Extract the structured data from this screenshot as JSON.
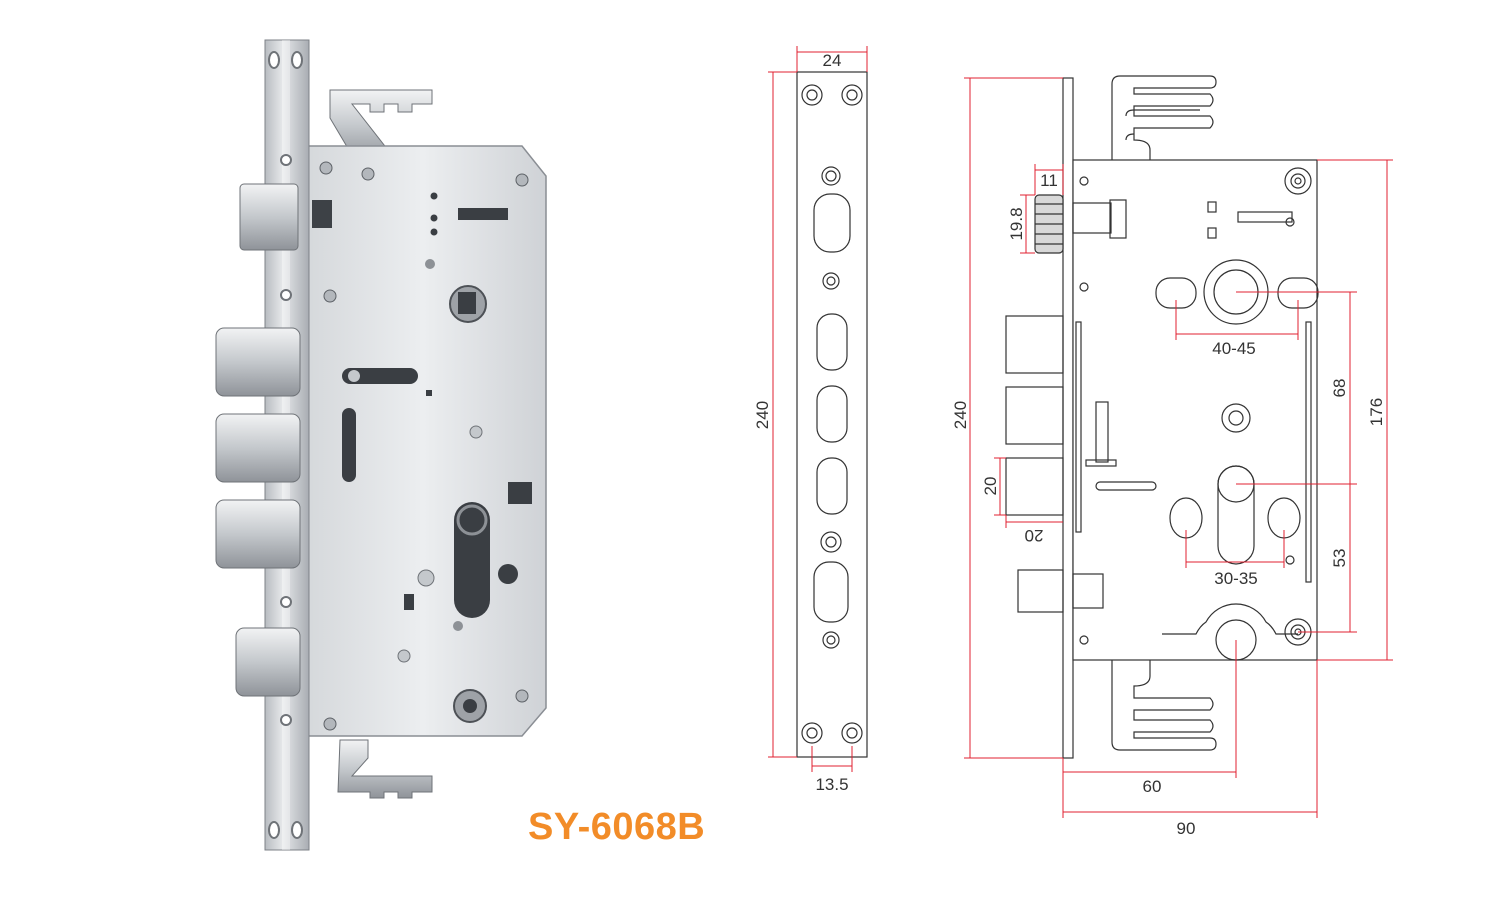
{
  "product": {
    "model": "SY-6068B",
    "model_color": "#f28c28"
  },
  "colors": {
    "dimension": "#e02030",
    "outline": "#333333",
    "steel_light": "#e4e6e8",
    "steel_mid": "#c9ccd0",
    "steel_dark": "#8d9196"
  },
  "faceplate_drawing": {
    "width_label": "24",
    "height_label": "240",
    "hole_spacing_label": "13.5"
  },
  "body_drawing": {
    "overall_height_label": "240",
    "body_height_label": "176",
    "latch_width_label": "11",
    "latch_height_label": "19.8",
    "spindle_holes_label": "40-45",
    "spindle_to_cylinder_label": "68",
    "cylinder_holes_label": "30-35",
    "cylinder_to_bottom_label": "53",
    "bolt_height_label": "20",
    "bolt_throw_label": "20",
    "backset_label": "60",
    "body_depth_label": "90"
  }
}
